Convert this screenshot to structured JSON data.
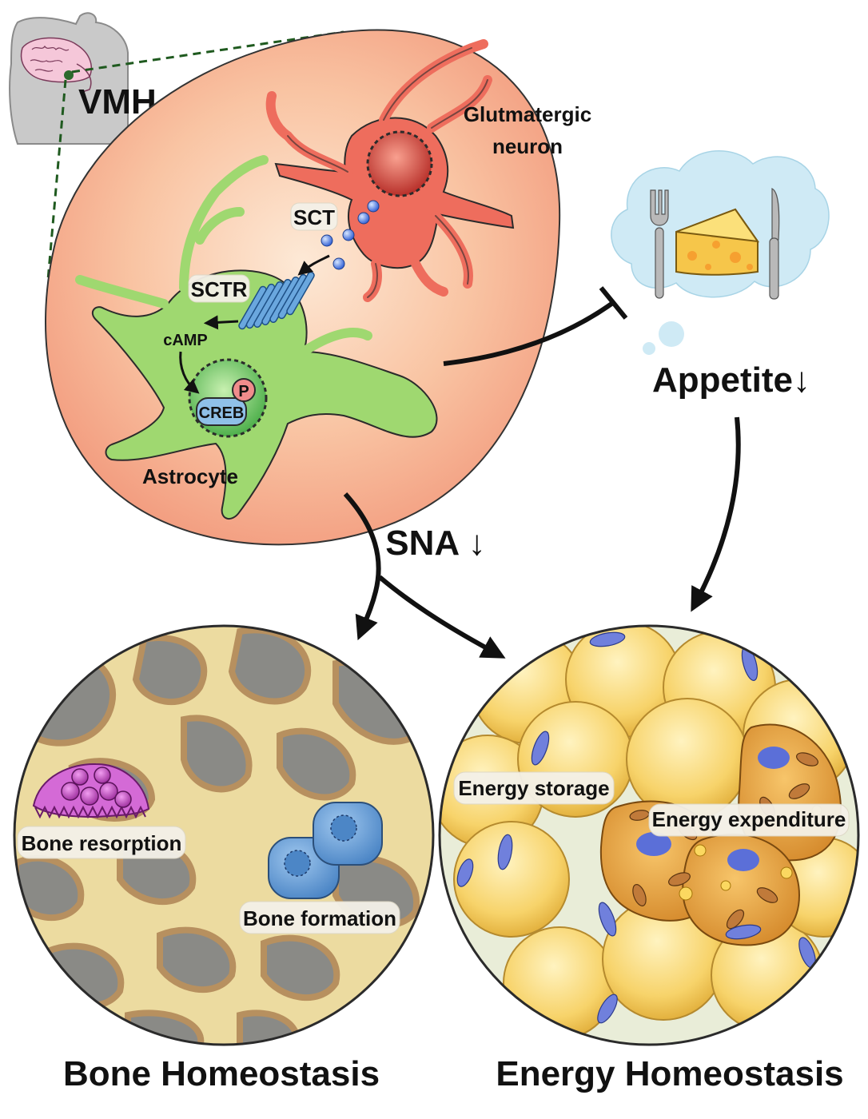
{
  "region": "VMH",
  "cells": {
    "neuron": "Glutmatergic\nneuron",
    "astrocyte": "Astrocyte"
  },
  "molecules": {
    "sct": "SCT",
    "sctr": "SCTR",
    "camp": "cAMP",
    "creb": "CREB",
    "phospho": "P"
  },
  "appetite": "Appetite↓",
  "sna": "SNA ↓",
  "bone": {
    "title": "Bone Homeostasis",
    "resorption": "Bone resorption",
    "formation": "Bone formation"
  },
  "energy": {
    "title": "Energy Homeostasis",
    "storage": "Energy storage",
    "expenditure": "Energy expenditure"
  },
  "colors": {
    "brain_region": "#f6b596",
    "neuron": "#e8675b",
    "astrocyte": "#9fd870",
    "bone_matrix": "#ecdba0",
    "bone_cavity": "#8a8a86",
    "white_fat": "#f6cf5c",
    "brown_fat": "#e9a640",
    "appetite_cloud": "#cfeaf5"
  }
}
